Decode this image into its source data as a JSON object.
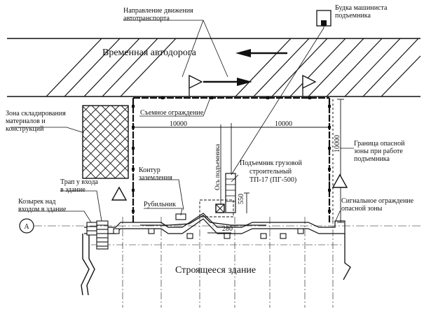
{
  "labels": {
    "traffic_direction_1": "Направление движения",
    "traffic_direction_2": "автотранспорта",
    "operator_booth_1": "Будка машиниста",
    "operator_booth_2": "подъемника",
    "temp_road": "Временная автодорога",
    "storage_1": "Зона складирования",
    "storage_2": "материалов и",
    "storage_3": "конструкций",
    "removable_fence": "Съемное ограждение",
    "danger_zone_1": "Граница опасной",
    "danger_zone_2": "зоны при работе",
    "danger_zone_3": "подъемника",
    "lift_1": "Подъемник грузовой",
    "lift_2": "строительный",
    "lift_3": "ТП-17 (ПГ-500)",
    "lift_axis": "Ось подъемника",
    "grounding_1": "Контур",
    "grounding_2": "заземления",
    "ramp_1": "Трап у входа",
    "ramp_2": "в здание",
    "canopy_1": "Козырек над",
    "canopy_2": "входом в здание",
    "switch": "Рубильник",
    "signal_fence_1": "Сигнальное ограждение",
    "signal_fence_2": "опасной зоны",
    "building": "Строящееся здание",
    "axis_marker": "А"
  },
  "dimensions": {
    "left_span": "10000",
    "right_span": "10000",
    "vertical_span": "10000",
    "lift_offset": "550",
    "lift_gap": "280"
  }
}
